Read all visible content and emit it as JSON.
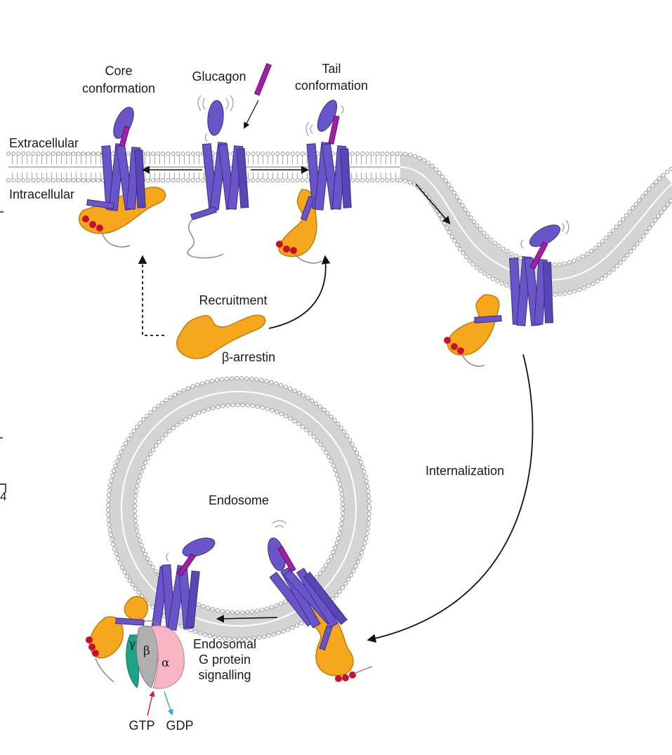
{
  "labels": {
    "core": [
      "Core",
      "conformation"
    ],
    "glucagon": "Glucagon",
    "tail": [
      "Tail",
      "conformation"
    ],
    "extracellular": "Extracellular",
    "intracellular": "Intracellular",
    "recruitment": "Recruitment",
    "beta_arrestin": "β-arrestin",
    "internalization": "Internalization",
    "endosome": "Endosome",
    "endosomal": [
      "Endosomal",
      "G protein",
      "signalling"
    ],
    "gtp": "GTP",
    "gdp": "GDP",
    "gamma": "γ",
    "beta": "β",
    "alpha": "α",
    "edge_fragment": "4"
  },
  "colors": {
    "receptor": "#6a55c8",
    "receptor_stroke": "#3a2c8a",
    "glucagon": "#a020a8",
    "arrestin": "#f5a81c",
    "arrestin_stroke": "#c47d0a",
    "phosphate": "#c8102e",
    "membrane_head": "#ffffff",
    "membrane_stroke": "#9a9a9a",
    "membrane_fill": "#d7d7d7",
    "g_gamma": "#1aa58a",
    "g_beta": "#b0b0b0",
    "g_alpha": "#f6b6c4",
    "gtp_arrow": "#d0202a",
    "gdp_arrow": "#2aa8d8"
  }
}
